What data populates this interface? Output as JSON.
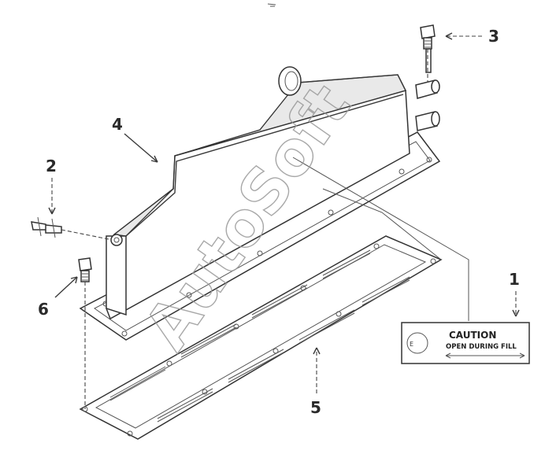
{
  "callouts": {
    "c1": "1",
    "c2": "2",
    "c3": "3",
    "c4": "4",
    "c5": "5",
    "c6": "6"
  },
  "label": {
    "title": "CAUTION",
    "subtitle": "OPEN DURING FILL"
  },
  "watermark": "AutoSoft",
  "colors": {
    "ink": "#2a2a2a",
    "watermark": "#9a9a9a"
  }
}
